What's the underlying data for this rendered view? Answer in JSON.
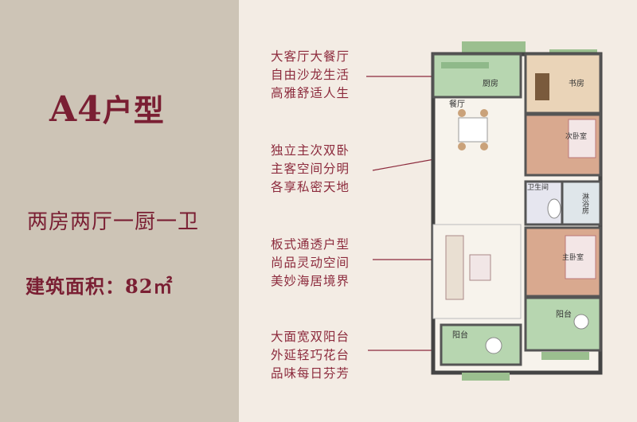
{
  "title": {
    "code": "A4",
    "suffix": "户型"
  },
  "layout_description": "两房两厅一厨一卫",
  "area": "建筑面积：82㎡",
  "features": [
    {
      "lines": [
        "大客厅大餐厅",
        "自由沙龙生活",
        "高雅舒适人生"
      ]
    },
    {
      "lines": [
        "独立主次双卧",
        "主客空间分明",
        "各享私密天地"
      ]
    },
    {
      "lines": [
        "板式通透户型",
        "尚品灵动空间",
        "美妙海居境界"
      ]
    },
    {
      "lines": [
        "大面宽双阳台",
        "外延轻巧花台",
        "品味每日芬芳"
      ]
    }
  ],
  "rooms": {
    "kitchen": "厨房",
    "study": "书房",
    "dining": "餐厅",
    "second_bedroom": "次卧室",
    "bathroom": "卫生间",
    "shower": "淋浴房",
    "master_bedroom": "主卧室",
    "balcony_left": "阳台",
    "balcony_right": "阳台"
  },
  "colors": {
    "accent": "#7a1f33",
    "left_panel": "#cdc4b6",
    "background": "#f3ece4"
  }
}
